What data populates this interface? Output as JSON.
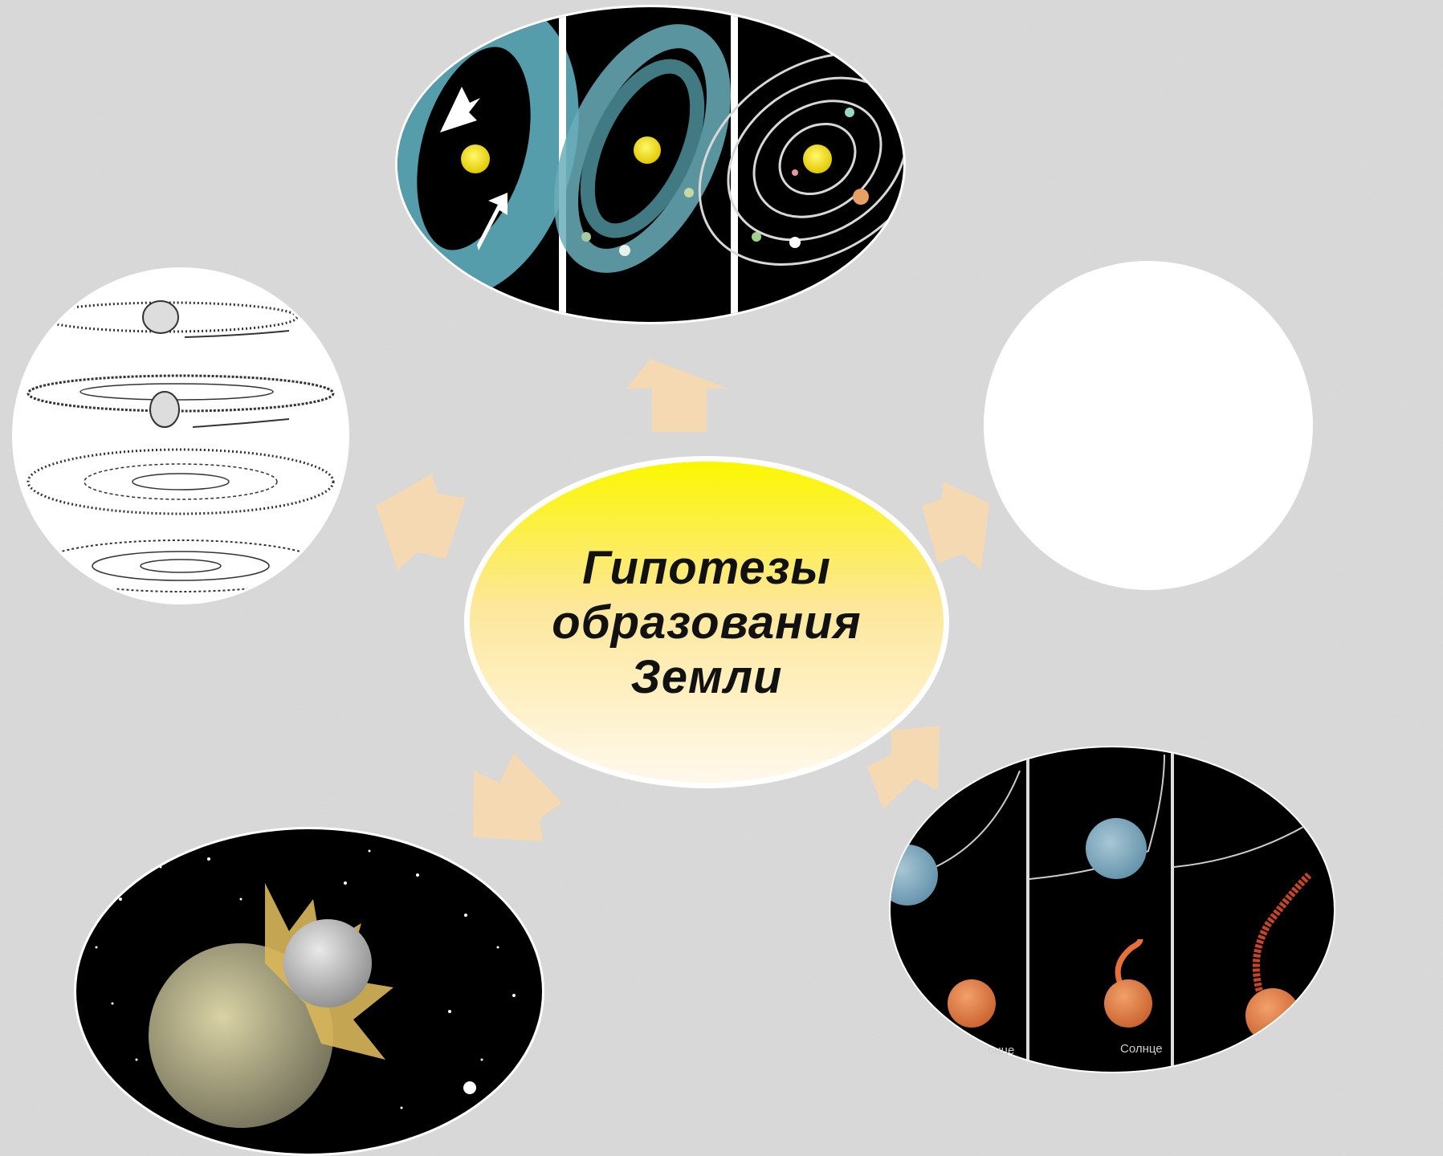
{
  "center": {
    "title_lines": [
      "Гипотезы",
      "образования",
      "Земли"
    ]
  },
  "nodes": [
    {
      "id": "nebular-disk",
      "image": "rotating-gas-disk-forming-planets"
    },
    {
      "id": "flat-disk-drawing",
      "image": "sketched-protoplanetary-disks"
    },
    {
      "id": "empty",
      "image": ""
    },
    {
      "id": "collision",
      "image": "planetary-collision"
    },
    {
      "id": "tidal",
      "image": "passing-star-tidal-filament"
    }
  ],
  "tidal_labels": [
    "онце",
    "Солнце"
  ],
  "colors": {
    "background": "#dcdcdc",
    "arrow": "#f5d9b3",
    "center_top": "#fbf700",
    "center_bottom": "#fff7e6",
    "space": "#000000",
    "sun": "#f4e21a"
  }
}
